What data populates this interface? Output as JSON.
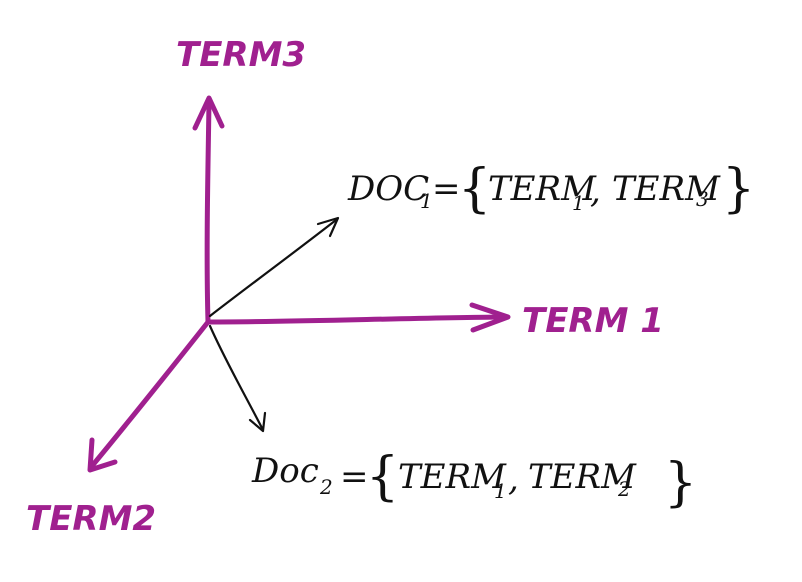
{
  "colors": {
    "axis": "#a0208f",
    "vector": "#111111",
    "background": "#ffffff"
  },
  "axes": {
    "term1_label": "TERM 1",
    "term2_label": "TERM2",
    "term3_label": "TERM3"
  },
  "doc1": {
    "name": "DOC",
    "index": "1",
    "equals": "=",
    "open_brace": "{",
    "close_brace": "}",
    "terms": [
      {
        "name": "TERM",
        "index": "1"
      },
      {
        "name": "TERM",
        "index": "3"
      }
    ],
    "separator": ","
  },
  "doc2": {
    "name": "Doc",
    "index": "2",
    "equals": "=",
    "open_brace": "{",
    "close_brace": "}",
    "terms": [
      {
        "name": "TERM",
        "index": "1"
      },
      {
        "name": "TERM",
        "index": "2"
      }
    ],
    "separator": ","
  }
}
